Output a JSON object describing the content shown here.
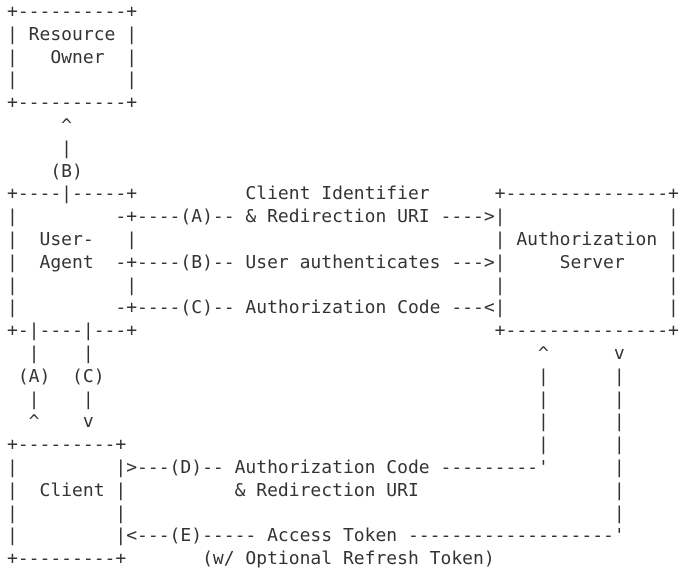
{
  "diagram": {
    "kind": "ascii-flow-diagram",
    "colors": {
      "text": "#333333",
      "background": "#ffffff"
    },
    "entities": [
      "Resource Owner",
      "User-Agent",
      "Authorization Server",
      "Client"
    ],
    "flows": [
      {
        "step": "(A)",
        "label": "Client Identifier & Redirection URI"
      },
      {
        "step": "(B)",
        "label": "User authenticates"
      },
      {
        "step": "(C)",
        "label": "Authorization Code"
      },
      {
        "step": "(D)",
        "label": "Authorization Code & Redirection URI"
      },
      {
        "step": "(E)",
        "label": "Access Token (w/ Optional Refresh Token)"
      }
    ],
    "ascii_lines": [
      "+----------+",
      "| Resource |",
      "|   Owner  |",
      "|          |",
      "+----------+",
      "     ^",
      "     |",
      "    (B)",
      "+----|-----+          Client Identifier      +---------------+",
      "|         -+----(A)-- & Redirection URI ---->|               |",
      "|  User-   |                                 | Authorization |",
      "|  Agent  -+----(B)-- User authenticates --->|     Server    |",
      "|          |                                 |               |",
      "|         -+----(C)-- Authorization Code ---<|               |",
      "+-|----|---+                                 +---------------+",
      "  |    |                                         ^      v",
      " (A)  (C)                                        |      |",
      "  |    |                                         |      |",
      "  ^    v                                         |      |",
      "+---------+                                      |      |",
      "|         |>---(D)-- Authorization Code ---------'      |",
      "|  Client |          & Redirection URI                  |",
      "|         |                                             |",
      "|         |<---(E)----- Access Token -------------------'",
      "+---------+       (w/ Optional Refresh Token)"
    ]
  }
}
